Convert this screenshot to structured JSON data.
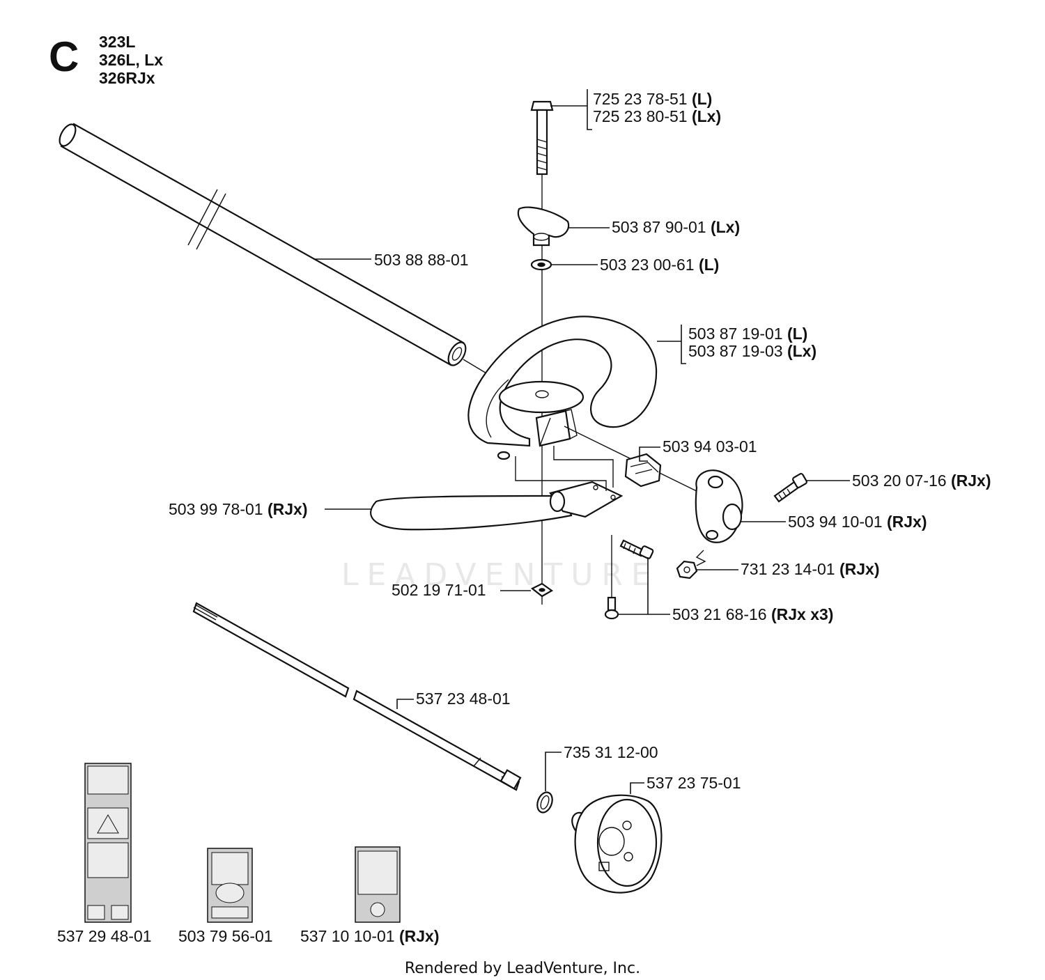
{
  "section": {
    "letter": "C",
    "models": [
      "323L",
      "326L, Lx",
      "326RJx"
    ]
  },
  "parts": [
    {
      "num": "725 23 78-51",
      "note": "(L)"
    },
    {
      "num": "725 23 80-51",
      "note": "(Lx)"
    },
    {
      "num": "503 87 90-01",
      "note": "(Lx)"
    },
    {
      "num": "503 23 00-61",
      "note": "(L)"
    },
    {
      "num": "503 88 88-01",
      "note": ""
    },
    {
      "num": "503 87 19-01",
      "note": "(L)"
    },
    {
      "num": "503 87 19-03",
      "note": "(Lx)"
    },
    {
      "num": "503 94 03-01",
      "note": ""
    },
    {
      "num": "503 20 07-16",
      "note": "(RJx)"
    },
    {
      "num": "503 99 78-01",
      "note": "(RJx)"
    },
    {
      "num": "503 94 10-01",
      "note": "(RJx)"
    },
    {
      "num": "731 23 14-01",
      "note": "(RJx)"
    },
    {
      "num": "502 19 71-01",
      "note": ""
    },
    {
      "num": "503 21 68-16",
      "note": "(RJx x3)"
    },
    {
      "num": "537 23 48-01",
      "note": ""
    },
    {
      "num": "735 31 12-00",
      "note": ""
    },
    {
      "num": "537 23 75-01",
      "note": ""
    },
    {
      "num": "537 29 48-01",
      "note": ""
    },
    {
      "num": "503 79 56-01",
      "note": ""
    },
    {
      "num": "537 10 10-01",
      "note": "(RJx)"
    }
  ],
  "watermark": "LEADVENTURE",
  "footer": "Rendered by LeadVenture, Inc."
}
